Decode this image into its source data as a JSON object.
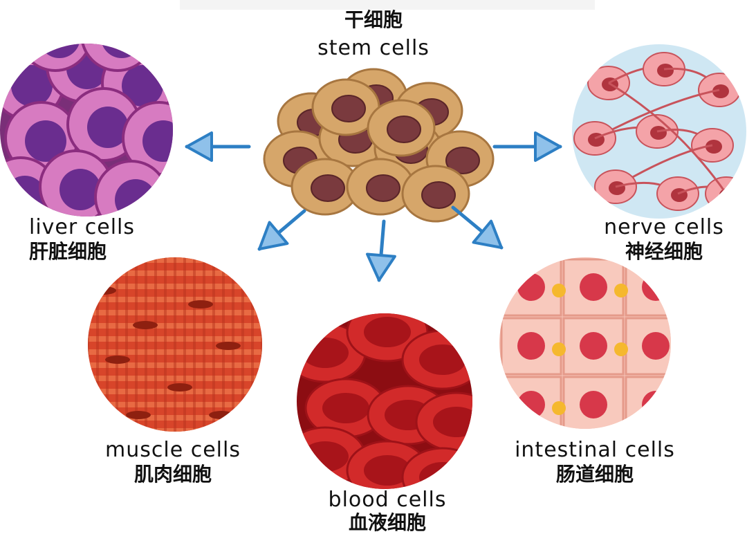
{
  "title": {
    "zh": "干细胞",
    "en": "stem cells"
  },
  "cells": {
    "liver": {
      "en": "liver cells",
      "zh": "肝脏细胞"
    },
    "muscle": {
      "en": "muscle cells",
      "zh": "肌肉细胞"
    },
    "blood": {
      "en": "blood cells",
      "zh": "血液细胞"
    },
    "intestinal": {
      "en": "intestinal cells",
      "zh": "肠道细胞"
    },
    "nerve": {
      "en": "nerve cells",
      "zh": "神经细胞"
    }
  },
  "colors": {
    "arrow": "#2d7fc4",
    "stem": "#d6a66a",
    "liver": "#b0488f",
    "muscle": "#d8452a",
    "blood": "#c41e1e",
    "intestinal": "#f3b1a4",
    "nerve": "#f4a3a8"
  }
}
